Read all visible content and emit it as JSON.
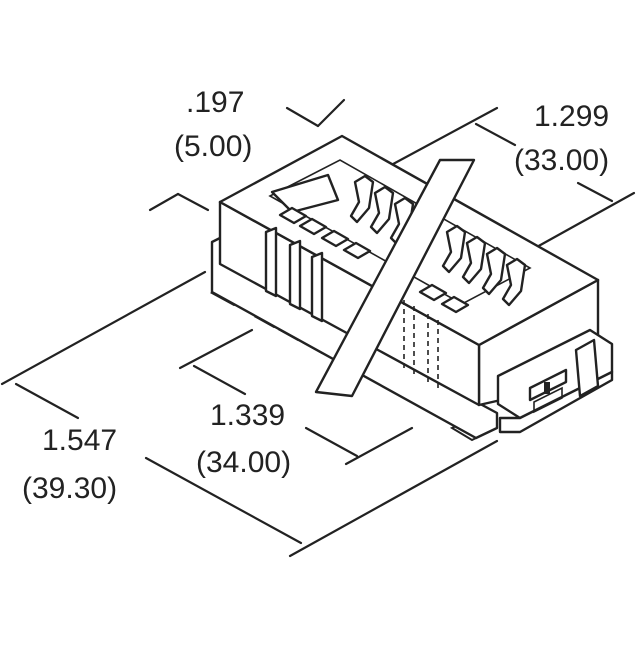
{
  "dimensions": {
    "top_width_in": ".197",
    "top_width_mm": "(5.00)",
    "depth_in": "1.299",
    "depth_mm": "(33.00)",
    "pitch_in": "1.339",
    "pitch_mm": "(34.00)",
    "length_in": "1.547",
    "length_mm": "(39.30)"
  },
  "colors": {
    "line": "#222222",
    "background": "#ffffff"
  }
}
